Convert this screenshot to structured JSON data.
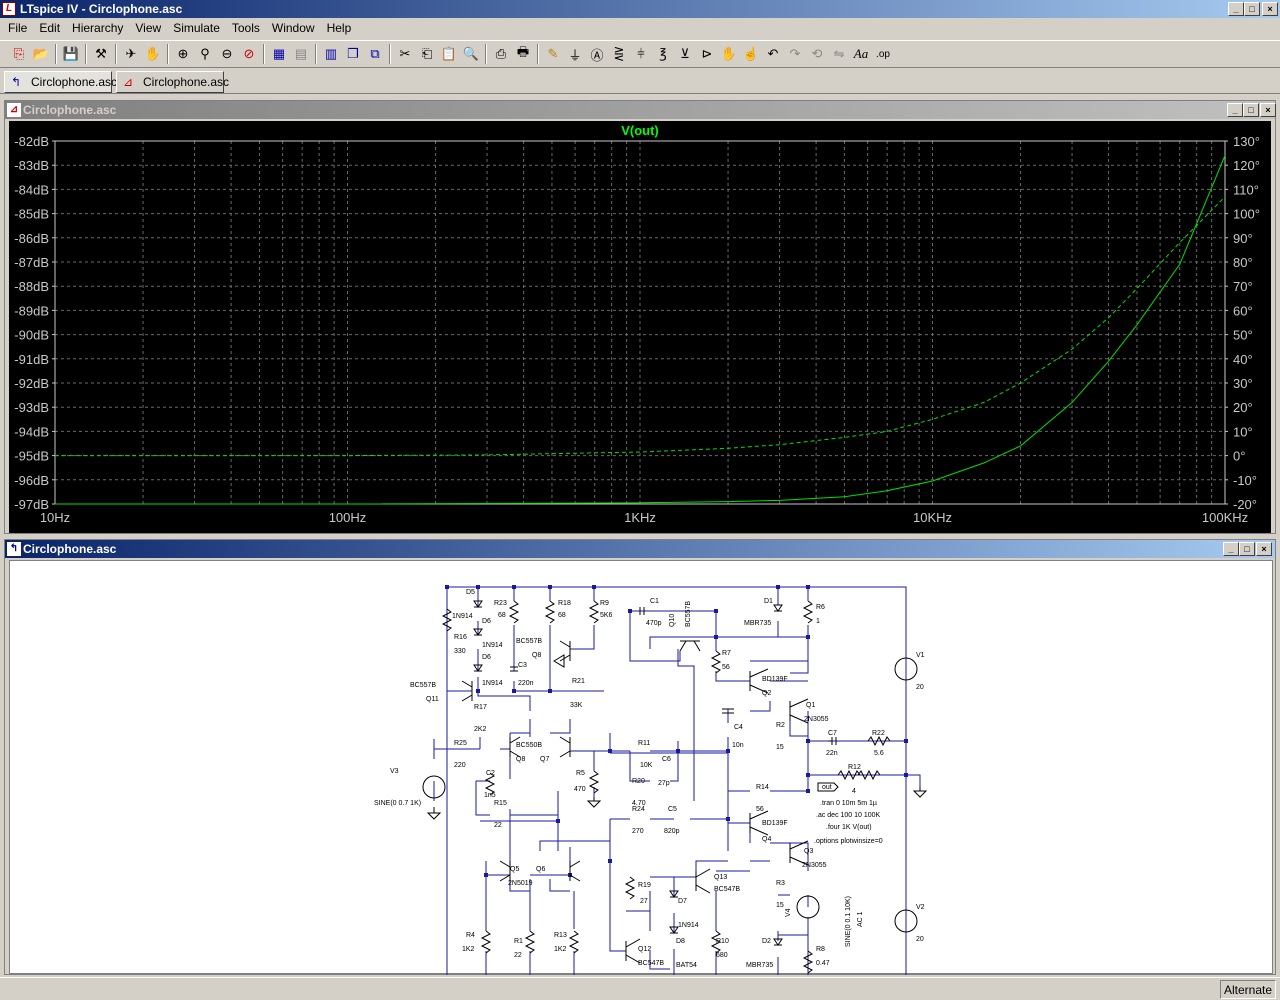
{
  "app": {
    "title": "LTspice IV - Circlophone.asc",
    "logo": "LTspice-logo"
  },
  "window_controls": [
    "_",
    "□",
    "×"
  ],
  "menu": [
    "File",
    "Edit",
    "Hierarchy",
    "View",
    "Simulate",
    "Tools",
    "Window",
    "Help"
  ],
  "toolbar_icons": [
    "new-schematic-icon",
    "open-icon",
    "save-icon",
    "control-panel-icon",
    "run-icon",
    "halt-icon",
    "zoom-in-icon",
    "zoom-pan-icon",
    "zoom-out-icon",
    "zoom-fit-icon",
    "autorange-icon",
    "manual-limits-icon",
    "tile-icon",
    "cascade-icon",
    "close-all-icon",
    "cut-icon",
    "copy-icon",
    "paste-icon",
    "find-icon",
    "print-setup-icon",
    "print-icon",
    "draw-wire-icon",
    "ground-icon",
    "label-net-icon",
    "resistor-icon",
    "capacitor-icon",
    "inductor-icon",
    "diode-icon",
    "component-icon",
    "move-icon",
    "drag-icon",
    "undo-icon",
    "redo-icon",
    "rotate-icon",
    "mirror-icon",
    "text-icon",
    "spice-directive-icon"
  ],
  "tabs": [
    {
      "label": "Circlophone.asc",
      "icon": "schematic-tab-icon"
    },
    {
      "label": "Circlophone.asc",
      "icon": "waveform-tab-icon"
    }
  ],
  "plot_window": {
    "title": "Circlophone.asc"
  },
  "schematic_window": {
    "title": "Circlophone.asc"
  },
  "chart_data": {
    "type": "line",
    "title": "V(out)",
    "x_scale": "log",
    "xlim": [
      10,
      100000
    ],
    "x_tick_labels": [
      "10Hz",
      "100Hz",
      "1KHz",
      "10KHz",
      "100KHz"
    ],
    "y_left_tick_labels": [
      "-82dB",
      "-83dB",
      "-84dB",
      "-85dB",
      "-86dB",
      "-87dB",
      "-88dB",
      "-89dB",
      "-90dB",
      "-91dB",
      "-92dB",
      "-93dB",
      "-94dB",
      "-95dB",
      "-96dB",
      "-97dB"
    ],
    "y_left_lim": [
      -97,
      -82
    ],
    "y_right_tick_labels": [
      "130°",
      "120°",
      "110°",
      "100°",
      "90°",
      "80°",
      "70°",
      "60°",
      "50°",
      "40°",
      "30°",
      "20°",
      "10°",
      "0°",
      "-10°",
      "-20°"
    ],
    "y_right_lim": [
      -20,
      130
    ],
    "grid": true,
    "colors": {
      "background": "#000000",
      "trace": "#00e000",
      "grid": "#6a6a6a",
      "axis_text": "#c8c8c8",
      "title": "#00ff00"
    },
    "series": [
      {
        "unit": "magnitude_dB",
        "style": "solid",
        "x": [
          10,
          100,
          1000,
          2000,
          3000,
          5000,
          7000,
          10000,
          15000,
          20000,
          30000,
          40000,
          50000,
          70000,
          100000
        ],
        "y": [
          -97,
          -97,
          -96.95,
          -96.9,
          -96.85,
          -96.7,
          -96.45,
          -96.05,
          -95.3,
          -94.6,
          -92.8,
          -91.1,
          -89.6,
          -87.1,
          -82.6
        ]
      },
      {
        "unit": "phase_deg",
        "style": "dashed",
        "x": [
          10,
          100,
          300,
          1000,
          2000,
          3000,
          5000,
          7000,
          10000,
          15000,
          20000,
          30000,
          40000,
          50000,
          70000,
          100000
        ],
        "y": [
          0,
          0,
          0.3,
          1.5,
          3,
          4.5,
          7.5,
          10,
          15,
          22,
          30,
          44,
          57,
          69,
          88,
          107
        ]
      }
    ]
  },
  "schematic": {
    "components": {
      "D5": "D5",
      "D5v": "1N914",
      "D6": "D6",
      "D6v": "1N914",
      "D6b": "D6",
      "D6bv": "1N914",
      "R16": "R16",
      "R16v": "330",
      "R23": "R23",
      "R23v": "68",
      "R18": "R18",
      "R18v": "68",
      "R9": "R9",
      "R9v": "5K6",
      "C1": "C1",
      "C1v": "470p",
      "Q10": "Q10",
      "Q10v": "BC557B",
      "D1": "D1",
      "D1v": "MBR735",
      "R6": "R6",
      "R6v": "1",
      "Q8v": "BC557B",
      "Q8": "Q8",
      "C3": "C3",
      "C3v": "220n",
      "R7": "R7",
      "R7v": "56",
      "V1": "V1",
      "V1v": "20",
      "Q11v": "BC557B",
      "Q11": "Q11",
      "R21": "R21",
      "R21v": "33K",
      "Q2v": "BD139F",
      "Q2": "Q2",
      "Q1": "Q1",
      "Q1v": "2N3055",
      "R17": "R17",
      "R17v": "2K2",
      "C4": "C4",
      "C4v": "10n",
      "R2": "R2",
      "R2v": "15",
      "C7": "C7",
      "C7v": "22n",
      "R22": "R22",
      "R22v": "5.6",
      "R25": "R25",
      "R25v": "220",
      "Qpair": "BC550B",
      "Q8b": "Q8",
      "Q7": "Q7",
      "R11": "R11",
      "R11v": "10K",
      "C6": "C6",
      "V3": "V3",
      "V3v": "SINE(0 0.7 1K)",
      "C2": "C2",
      "C2v": "1n5",
      "R5": "R5",
      "R5v": "470",
      "C6v": "27p",
      "R12": "R12",
      "R12v": "4",
      "R15": "R15",
      "R15v": "22",
      "R20": "R20",
      "R20v": "4.70",
      "R14": "R14",
      "R14v": "56",
      "out": "out",
      "R24": "R24",
      "R24v": "270",
      "C5": "C5",
      "C5v": "820p",
      "Q4v": "BD139F",
      "Q4": "Q4",
      "dir1": ".tran 0 10m 5m 1µ",
      "dir2": ".ac dec 100 10 100K",
      "dir3": ".four 1K V(out)",
      "dir4": ".options plotwinsize=0",
      "Q5": "Q5",
      "Q6": "Q6",
      "Q56v": "2N5019",
      "Q3": "Q3",
      "Q3v": "2N3055",
      "R19": "R19",
      "R19v": "27",
      "Q13": "Q13",
      "Q13v": "BC547B",
      "R3": "R3",
      "R3v": "15",
      "D7": "D7",
      "D7v": "1N914",
      "V4": "V4",
      "V4v": "SINE(0 0.1 10K)",
      "V4ac": "AC 1",
      "V2": "V2",
      "V2v": "20",
      "R4": "R4",
      "R4v": "1K2",
      "R1": "R1",
      "R1v": "22",
      "R13": "R13",
      "R13v": "1K2",
      "Q12": "Q12",
      "Q12v": "BC547B",
      "D8": "D8",
      "D8v": "BAT54",
      "R10": "R10",
      "R10v": "680",
      "D2": "D2",
      "D2v": "MBR735",
      "R8": "R8",
      "R8v": "0.47"
    }
  },
  "status": {
    "mode": "Alternate"
  }
}
